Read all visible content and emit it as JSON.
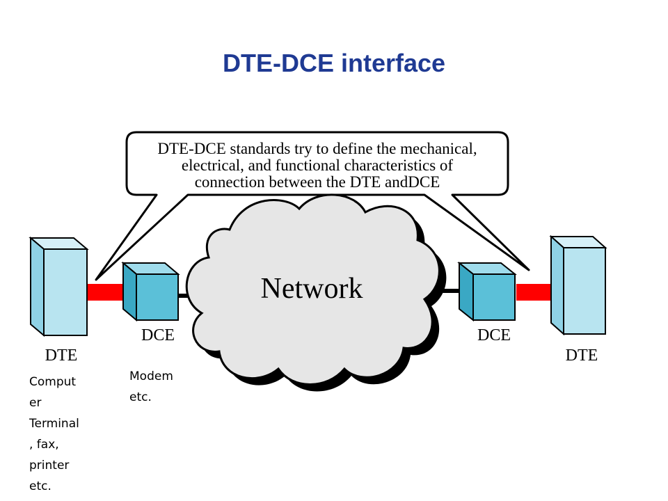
{
  "slide": {
    "title": "DTE-DCE interface"
  },
  "callout": {
    "line1": "DTE-DCE standards try to define the mechanical,",
    "line2": "electrical, and functional characteristics of",
    "line3": "connection between the DTE andDCE"
  },
  "network": {
    "label": "Network"
  },
  "left": {
    "dte_label": "DTE",
    "dce_label": "DCE"
  },
  "right": {
    "dte_label": "DTE",
    "dce_label": "DCE"
  },
  "notes": {
    "dte_examples": "Comput\ner\nTerminal\n, fax,\nprinter\netc.",
    "dce_examples": "Modem\netc."
  },
  "colors": {
    "title": "#1f3a93",
    "device_front": "#b8e4f0",
    "dce_front": "#5bc0d8",
    "cable_red": "#ff0000",
    "cloud_fill": "#e6e6e6"
  }
}
